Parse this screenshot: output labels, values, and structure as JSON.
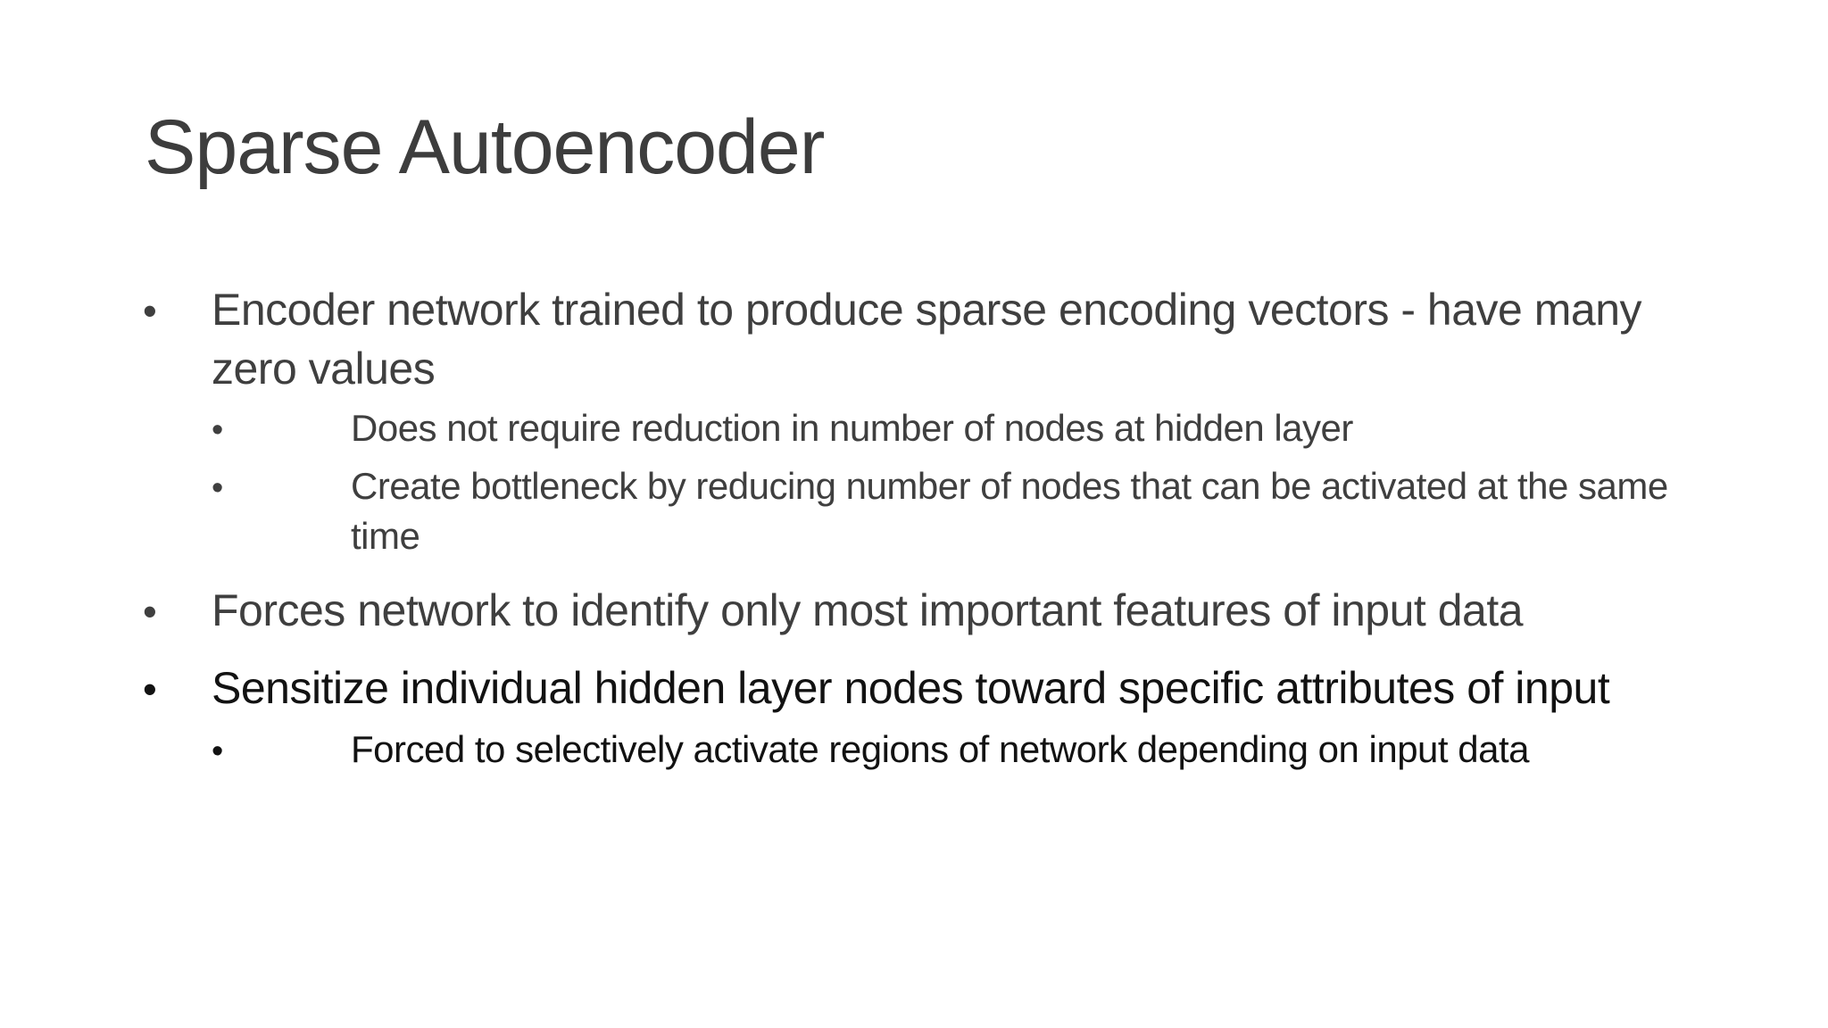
{
  "slide": {
    "title": "Sparse Autoencoder",
    "bullet_char": "•",
    "colors": {
      "background": "#ffffff",
      "title_text": "#3d3d3d",
      "body_text": "#3f3f3f",
      "emphasis_text": "#121212"
    },
    "bullets": [
      {
        "level": 1,
        "emphasis": false,
        "lines": [
          "Encoder network trained to produce sparse encoding vectors - have many",
          "zero values"
        ]
      },
      {
        "level": 2,
        "emphasis": false,
        "lines": [
          "Does not require reduction in number of nodes at hidden layer"
        ]
      },
      {
        "level": 2,
        "emphasis": false,
        "lines": [
          "Create bottleneck by reducing number of nodes that can be activated at the same",
          "time"
        ]
      },
      {
        "level": 1,
        "emphasis": false,
        "lines": [
          "Forces network to identify only most important features of input data"
        ]
      },
      {
        "level": 1,
        "emphasis": true,
        "lines": [
          "Sensitize individual hidden layer nodes toward specific attributes of input"
        ]
      },
      {
        "level": 2,
        "emphasis": true,
        "lines": [
          "Forced to selectively activate regions of network depending on input data"
        ]
      }
    ]
  }
}
